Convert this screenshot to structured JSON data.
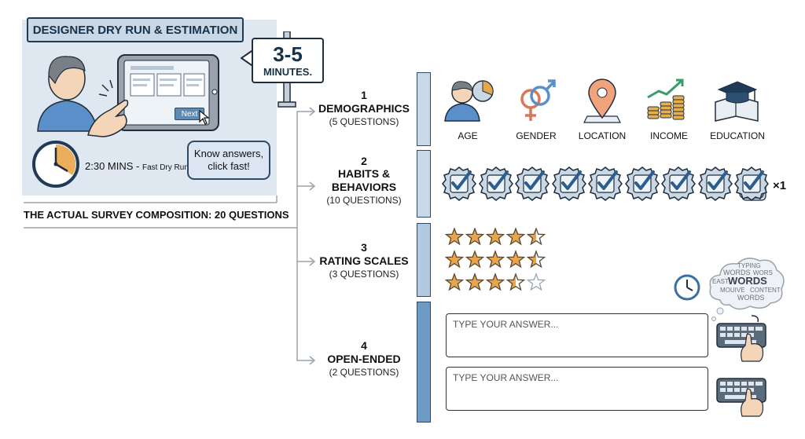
{
  "panel": {
    "title": "DESIGNER DRY RUN & ESTIMATION",
    "sign_big": "3-5",
    "sign_small": "MINUTES.",
    "next_button": "Next",
    "timer_time": "2:30 MINS",
    "timer_sep": " - ",
    "timer_note": "Fast Dry Run",
    "bubble_line1": "Know answers,",
    "bubble_line2": "click fast!"
  },
  "composition": {
    "label": "THE ACTUAL SURVEY COMPOSITION: 20 QUESTIONS"
  },
  "sections": [
    {
      "num": "1",
      "title": "DEMOGRAPHICS",
      "sub": "(5 QUESTIONS)"
    },
    {
      "num": "2",
      "title_l1": "HABITS &",
      "title_l2": "BEHAVIORS",
      "sub": "(10 QUESTIONS)"
    },
    {
      "num": "3",
      "title": "RATING SCALES",
      "sub": "(3 QUESTIONS)"
    },
    {
      "num": "4",
      "title": "OPEN-ENDED",
      "sub": "(2 QUESTIONS)"
    }
  ],
  "demographics": [
    {
      "label": "AGE",
      "icon": "person-pie-icon"
    },
    {
      "label": "GENDER",
      "icon": "gender-icon"
    },
    {
      "label": "LOCATION",
      "icon": "map-pin-icon"
    },
    {
      "label": "INCOME",
      "icon": "coins-growth-icon"
    },
    {
      "label": "EDUCATION",
      "icon": "graduation-cap-icon"
    }
  ],
  "habits": {
    "multiplier": "×1"
  },
  "ratings": [
    4.5,
    4.5,
    3.5
  ],
  "open_ended": {
    "placeholder_1": "TYPE YOUR ANSWER...",
    "placeholder_2": "TYPE YOUR ANSWER..."
  },
  "cloud_words": [
    "TYPING",
    "WORDS",
    "WORS",
    "EAST",
    "WORDS",
    "MOUIVE",
    "CONTENT",
    "WORDS"
  ],
  "colors": {
    "navy": "#1f3b57",
    "panel": "#dfe8f0",
    "bar": "#c9d9e8",
    "star": "#e8a54b",
    "accent": "#5f8ab4"
  }
}
